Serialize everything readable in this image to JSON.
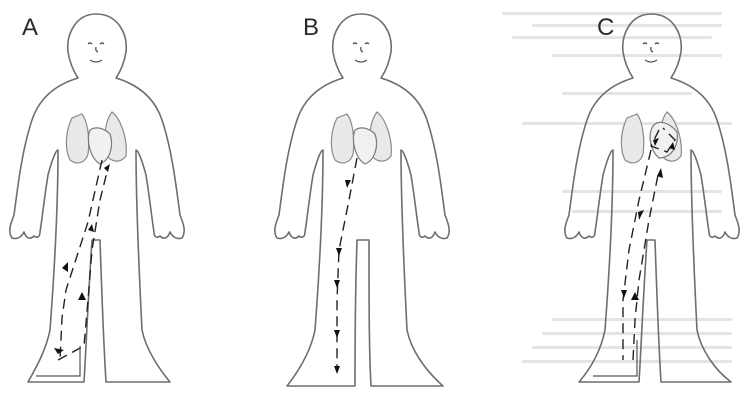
{
  "panels": [
    {
      "id": "A",
      "label": "A"
    },
    {
      "id": "B",
      "label": "B"
    },
    {
      "id": "C",
      "label": "C"
    }
  ],
  "colors": {
    "outline": "#6e6e6e",
    "organ_fill": "#e9e9e9",
    "flow_arrow": "#111111"
  }
}
